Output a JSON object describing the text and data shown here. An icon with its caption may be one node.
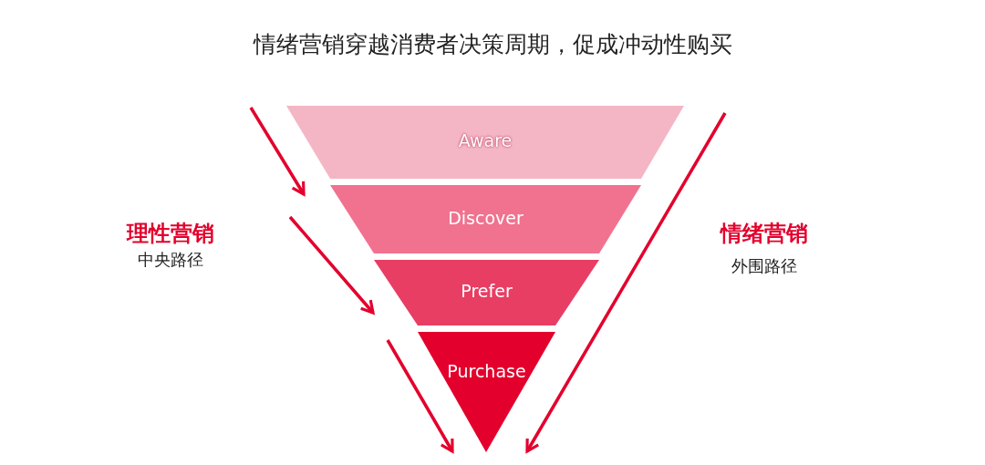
{
  "diagram": {
    "title": "情绪营销穿越消费者决策周期，促成冲动性购买",
    "nodes": [
      {
        "text": [
          "Aware"
        ]
      },
      {
        "text": [
          "Discover"
        ]
      },
      {
        "text": [
          "Prefer"
        ]
      },
      {
        "text": [
          "Purchase"
        ]
      }
    ],
    "labels": [
      "理性营销",
      "中央路径",
      "情绪营销",
      "外围路径"
    ]
  }
}
